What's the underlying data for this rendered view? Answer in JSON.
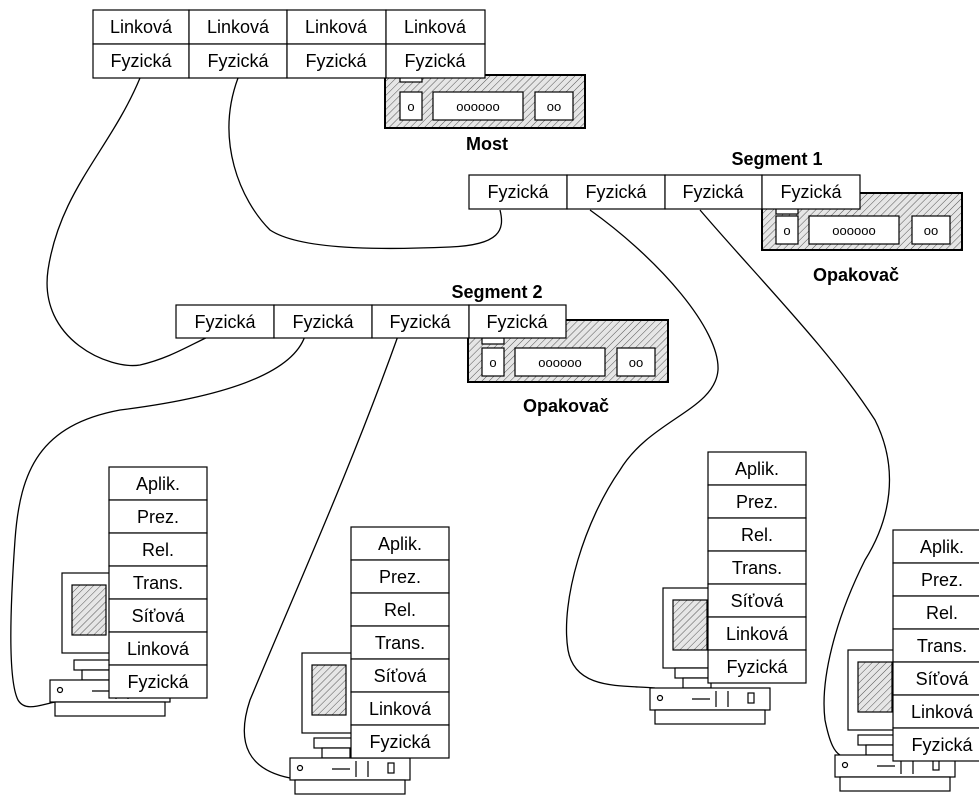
{
  "bridge": {
    "caption": "Most",
    "top_row": [
      "Linková",
      "Linková",
      "Linková",
      "Linková"
    ],
    "bottom_row": [
      "Fyzická",
      "Fyzická",
      "Fyzická",
      "Fyzická"
    ],
    "panel_text": [
      "o",
      "oooooo",
      "oo"
    ]
  },
  "segment1": {
    "caption": "Segment  1",
    "row": [
      "Fyzická",
      "Fyzická",
      "Fyzická",
      "Fyzická"
    ],
    "device_caption": "Opakovač",
    "panel_text": [
      "o",
      "oooooo",
      "oo"
    ]
  },
  "segment2": {
    "caption": "Segment  2",
    "row": [
      "Fyzická",
      "Fyzická",
      "Fyzická",
      "Fyzická"
    ],
    "device_caption": "Opakovač",
    "panel_text": [
      "o",
      "oooooo",
      "oo"
    ]
  },
  "stack_layers": [
    "Aplik.",
    "Prez.",
    "Rel.",
    "Trans.",
    "Síťová",
    "Linková",
    "Fyzická"
  ],
  "computers": [
    {
      "id": "pc1"
    },
    {
      "id": "pc2"
    },
    {
      "id": "pc3"
    },
    {
      "id": "pc4"
    }
  ]
}
